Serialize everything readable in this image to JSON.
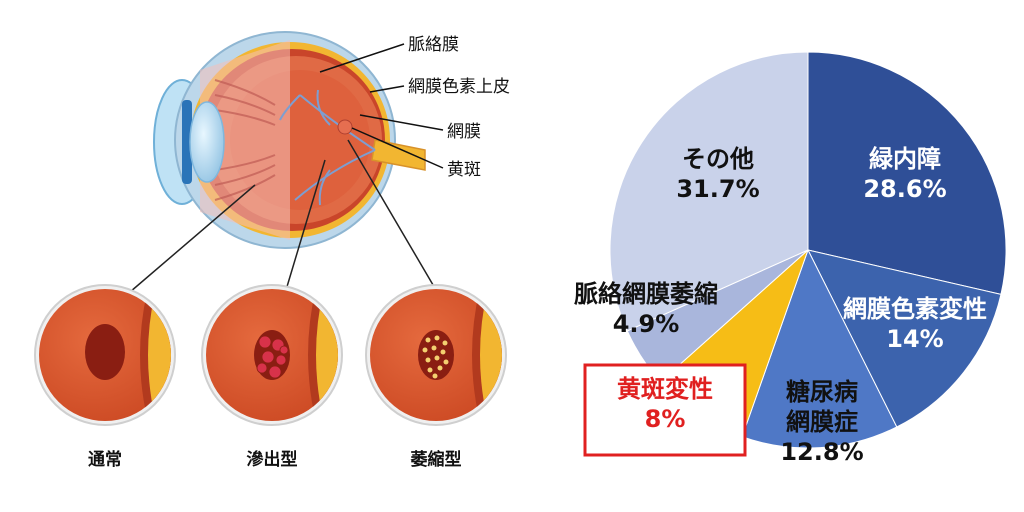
{
  "eye_labels": {
    "choroid": "脈絡膜",
    "rpe": "網膜色素上皮",
    "retina": "網膜",
    "macula": "黄斑"
  },
  "magnified": [
    {
      "caption": "通常"
    },
    {
      "caption": "滲出型"
    },
    {
      "caption": "萎縮型"
    }
  ],
  "colors": {
    "tissue_red": "#d9532c",
    "membrane_yellow": "#f2b631",
    "highlight_red": "#e02020"
  },
  "chart_data": {
    "type": "pie",
    "start_angle_deg": 0,
    "direction": "clockwise",
    "slices": [
      {
        "label": "緑内障",
        "value": 28.6,
        "value_text": "28.6%",
        "color": "#2f4f97",
        "text_color": "#ffffff"
      },
      {
        "label": "網膜色素変性",
        "value": 14,
        "value_text": "14%",
        "color": "#3c63ad",
        "text_color": "#ffffff"
      },
      {
        "label": "糖尿病網膜症",
        "label_lines": [
          "糖尿病",
          "網膜症"
        ],
        "value": 12.8,
        "value_text": "12.8%",
        "color": "#4f78c6",
        "text_color": "#111111"
      },
      {
        "label": "黄斑変性",
        "value": 8,
        "value_text": "8%",
        "color": "#f6bd16",
        "text_color": "#e02020",
        "highlighted": true
      },
      {
        "label": "脈絡網膜萎縮",
        "value": 4.9,
        "value_text": "4.9%",
        "color": "#a9b6dc",
        "text_color": "#111111"
      },
      {
        "label": "その他",
        "value": 31.7,
        "value_text": "31.7%",
        "color": "#c9d2ea",
        "text_color": "#111111"
      }
    ]
  }
}
